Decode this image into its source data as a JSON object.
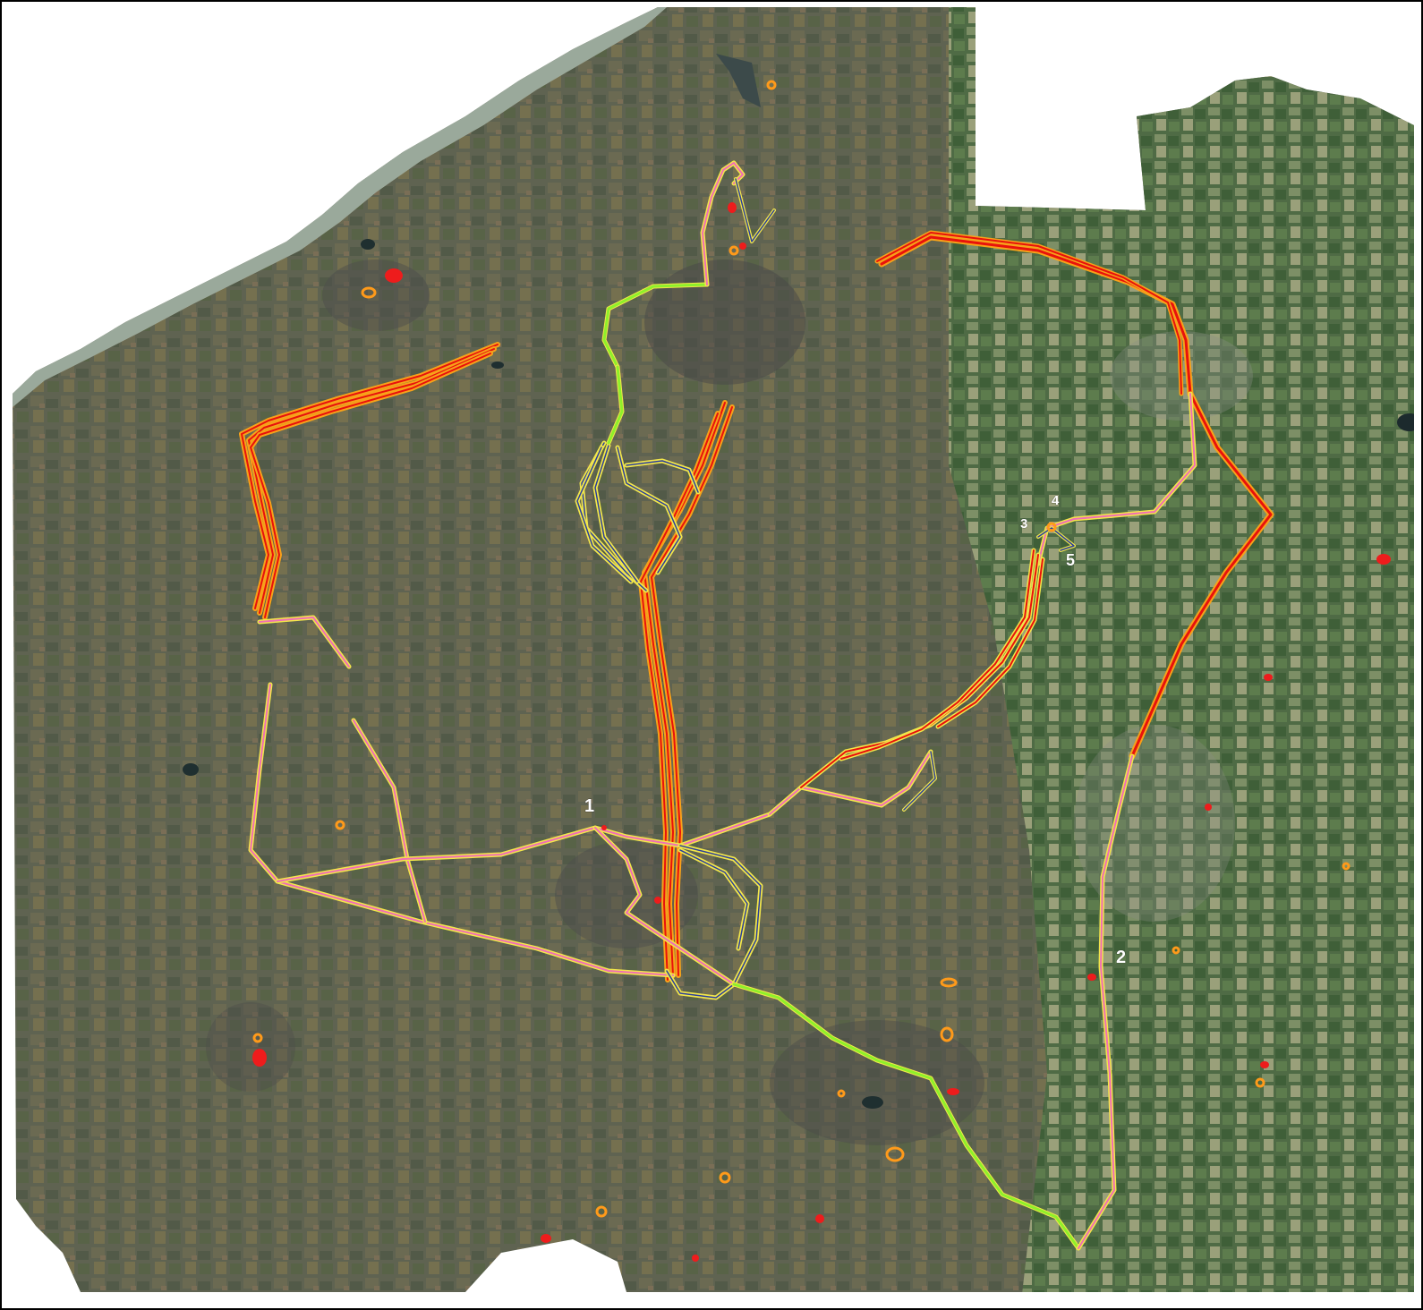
{
  "map": {
    "labels": {
      "l1": "1",
      "l2": "2",
      "l3": "3",
      "l4": "4",
      "l5": "5"
    },
    "colors": {
      "background": "#ffffff",
      "terrain_west": "#5d6150",
      "terrain_east": "#55704a",
      "coast_sand": "#c9c2a3",
      "sea": "#8ea39a",
      "route_red": "#e8120c",
      "route_orange": "#f7a21a",
      "route_yellow": "#f2e64a",
      "route_pink": "#ef6fb4",
      "route_blue": "#2b3f9a",
      "route_green": "#8ef02a",
      "site_red": "#ee1c1c",
      "site_orange": "#ff9a1a",
      "frame": "#000000"
    },
    "legend": "none"
  }
}
